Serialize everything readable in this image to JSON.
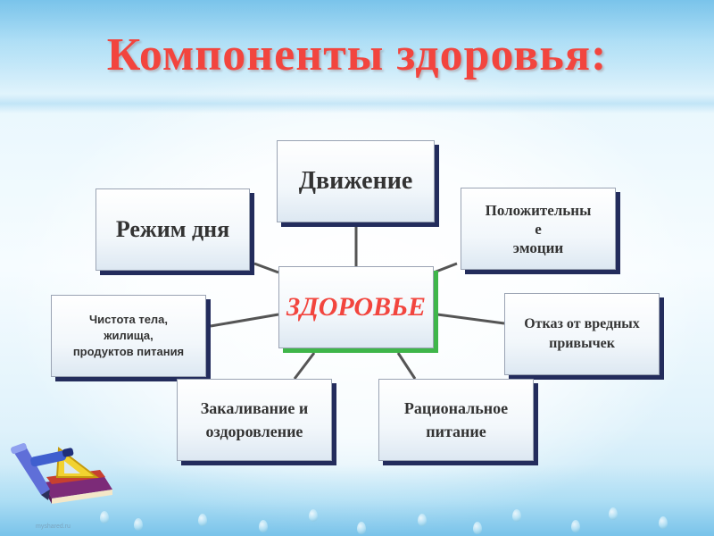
{
  "title": "Компоненты здоровья:",
  "diagram": {
    "center": "ЗДОРОВЬЕ",
    "nodes": {
      "movement": "Движение",
      "regime": "Режим дня",
      "emotions": [
        "Положительны",
        "е",
        "эмоции"
      ],
      "cleanliness": [
        "Чистота тела,",
        "жилища,",
        "продуктов питания"
      ],
      "bad_habits": [
        "Отказ от вредных",
        "привычек"
      ],
      "hardening": [
        "Закаливание и",
        "оздоровление"
      ],
      "nutrition": [
        "Рациональное",
        "питание"
      ]
    }
  },
  "colors": {
    "title": "#f2453e",
    "box_shadow": "#232c5c",
    "center_shadow": "#3fb64a",
    "connector": "#555555"
  },
  "decorations": {
    "clipart": "stationery-clipart",
    "watermark": "myshared.ru"
  }
}
